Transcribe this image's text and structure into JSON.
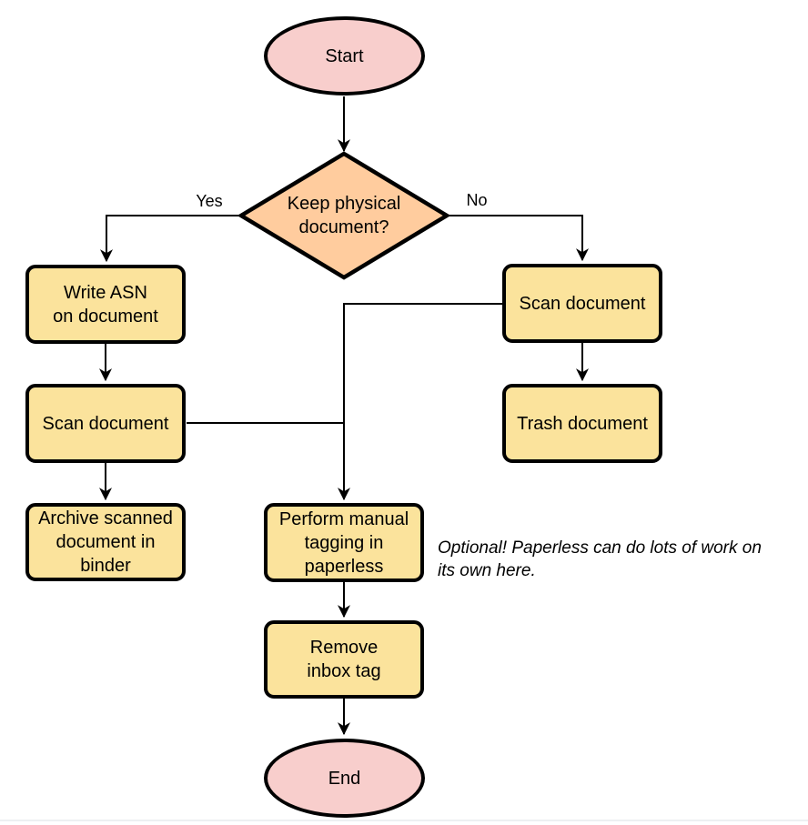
{
  "diagram": {
    "nodes": {
      "start": {
        "label": "Start",
        "type": "terminator",
        "fill": "#f8cecc"
      },
      "decision": {
        "label": "Keep physical\ndocument?",
        "type": "decision",
        "fill": "#ffcc9e"
      },
      "write_asn": {
        "label": "Write ASN\non document",
        "type": "process",
        "fill": "#fbe39c"
      },
      "scan_left": {
        "label": "Scan document",
        "type": "process",
        "fill": "#fbe39c"
      },
      "archive": {
        "label": "Archive scanned\ndocument in\nbinder",
        "type": "process",
        "fill": "#fbe39c"
      },
      "scan_right": {
        "label": "Scan document",
        "type": "process",
        "fill": "#fbe39c"
      },
      "trash": {
        "label": "Trash document",
        "type": "process",
        "fill": "#fbe39c"
      },
      "tagging": {
        "label": "Perform manual\ntagging in\npaperless",
        "type": "process",
        "fill": "#fbe39c"
      },
      "remove_inbox": {
        "label": "Remove\ninbox tag",
        "type": "process",
        "fill": "#fbe39c"
      },
      "end": {
        "label": "End",
        "type": "terminator",
        "fill": "#f8cecc"
      }
    },
    "edge_labels": {
      "yes": "Yes",
      "no": "No"
    },
    "note": "Optional! Paperless can do lots of work on\nits own here.",
    "colors": {
      "stroke": "#000000",
      "terminator_fill": "#f8cecc",
      "decision_fill": "#ffcc9e",
      "process_fill": "#fbe39c",
      "background": "#ffffff"
    }
  }
}
